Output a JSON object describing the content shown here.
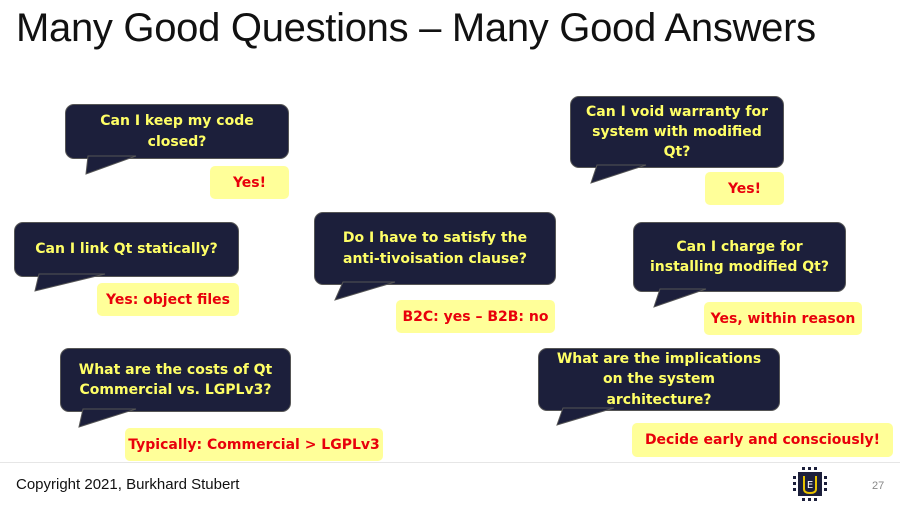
{
  "title": "Many Good Questions – Many Good Answers",
  "qa": [
    {
      "question": "Can I keep my code closed?",
      "answer": "Yes!"
    },
    {
      "question": "Can I link Qt statically?",
      "answer": "Yes: object files"
    },
    {
      "question": "What are the costs of Qt Commercial vs. LGPLv3?",
      "answer": "Typically: Commercial > LGPLv3"
    },
    {
      "question": "Do I have to satisfy the anti-tivoisation clause?",
      "answer": "B2C: yes – B2B: no"
    },
    {
      "question": "Can I void warranty for system with modified Qt?",
      "answer": "Yes!"
    },
    {
      "question": "Can I charge for installing modified Qt?",
      "answer": "Yes, within reason"
    },
    {
      "question": "What are the implications on the system architecture?",
      "answer": "Decide early and consciously!"
    }
  ],
  "footer": {
    "copyright": "Copyright 2021, Burkhard Stubert",
    "page_number": "27",
    "logo_letter": "E"
  },
  "colors": {
    "bubble": "#1c1f3b",
    "question_text": "#ffff66",
    "answer_bg": "#ffff99",
    "answer_text": "#e8000b"
  }
}
